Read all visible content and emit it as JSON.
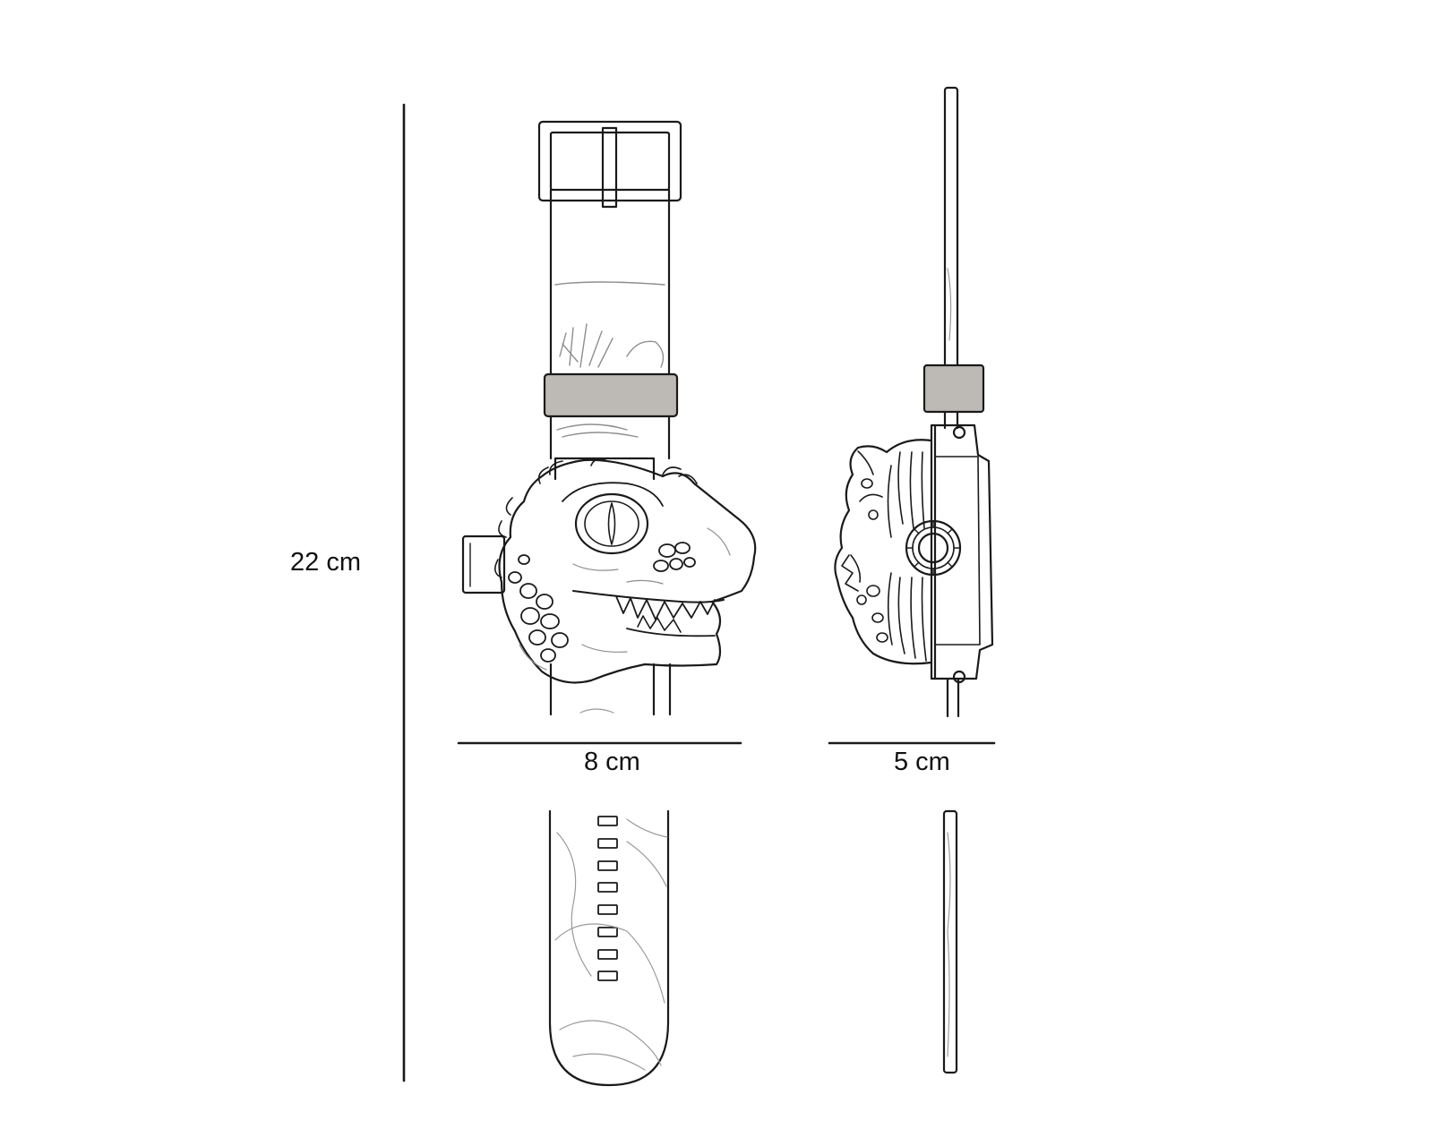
{
  "dimensions": {
    "height": "22 cm",
    "width": "8 cm",
    "depth": "5 cm"
  },
  "colors": {
    "line": "#111111",
    "band_fill": "#bdbab6",
    "sketch": "#9a9a9a",
    "background": "#ffffff"
  }
}
